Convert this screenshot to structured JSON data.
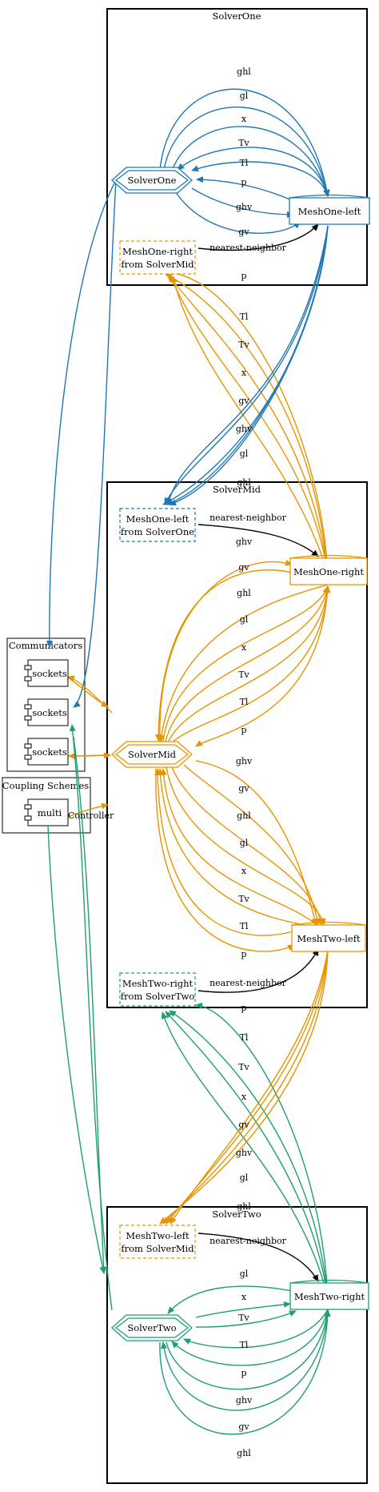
{
  "colors": {
    "solver_one": "#1f78b4",
    "solver_mid": "#e69500",
    "solver_two": "#1f9e73",
    "neutral": "#000000"
  },
  "clusters": {
    "solver_one": "SolverOne",
    "solver_mid": "SolverMid",
    "solver_two": "SolverTwo",
    "communicators": "Communicators",
    "coupling_schemes": "Coupling Schemes"
  },
  "nodes": {
    "solver_one": "SolverOne",
    "mesh_one_left": "MeshOne-left",
    "mesh_one_right_from_mid": [
      "MeshOne-right",
      "from SolverMid"
    ],
    "mesh_one_left_from_one": [
      "MeshOne-left",
      "from SolverOne"
    ],
    "mesh_one_right": "MeshOne-right",
    "solver_mid": "SolverMid",
    "mesh_two_left": "MeshTwo-left",
    "mesh_two_right_from_two": [
      "MeshTwo-right",
      "from SolverTwo"
    ],
    "mesh_two_left_from_mid": [
      "MeshTwo-left",
      "from SolverMid"
    ],
    "mesh_two_right": "MeshTwo-right",
    "solver_two": "SolverTwo",
    "sockets_1": "sockets",
    "sockets_2": "sockets",
    "sockets_3": "sockets",
    "multi": "multi"
  },
  "edge_labels": {
    "one_top": [
      "ghl",
      "gl",
      "x",
      "Tv",
      "Tl",
      "p",
      "ghv",
      "gv"
    ],
    "nearest_neighbor": "nearest-neighbor",
    "cross_one_mid_upper": [
      "p",
      "Tl",
      "Tv",
      "x",
      "gv",
      "ghv",
      "gl",
      "ghl"
    ],
    "mid_top": [
      "ghv",
      "gv",
      "ghl",
      "gl",
      "x",
      "Tv",
      "Tl",
      "p"
    ],
    "mid_bottom": [
      "ghv",
      "gv",
      "ghl",
      "gl",
      "x",
      "Tv",
      "Tl",
      "p"
    ],
    "cross_mid_two": [
      "p",
      "Tl",
      "Tv",
      "x",
      "gv",
      "ghv",
      "gl",
      "ghl"
    ],
    "two_bottom": [
      "gl",
      "x",
      "Tv",
      "Tl",
      "p",
      "ghv",
      "gv",
      "ghl"
    ],
    "controller": "Controller"
  }
}
